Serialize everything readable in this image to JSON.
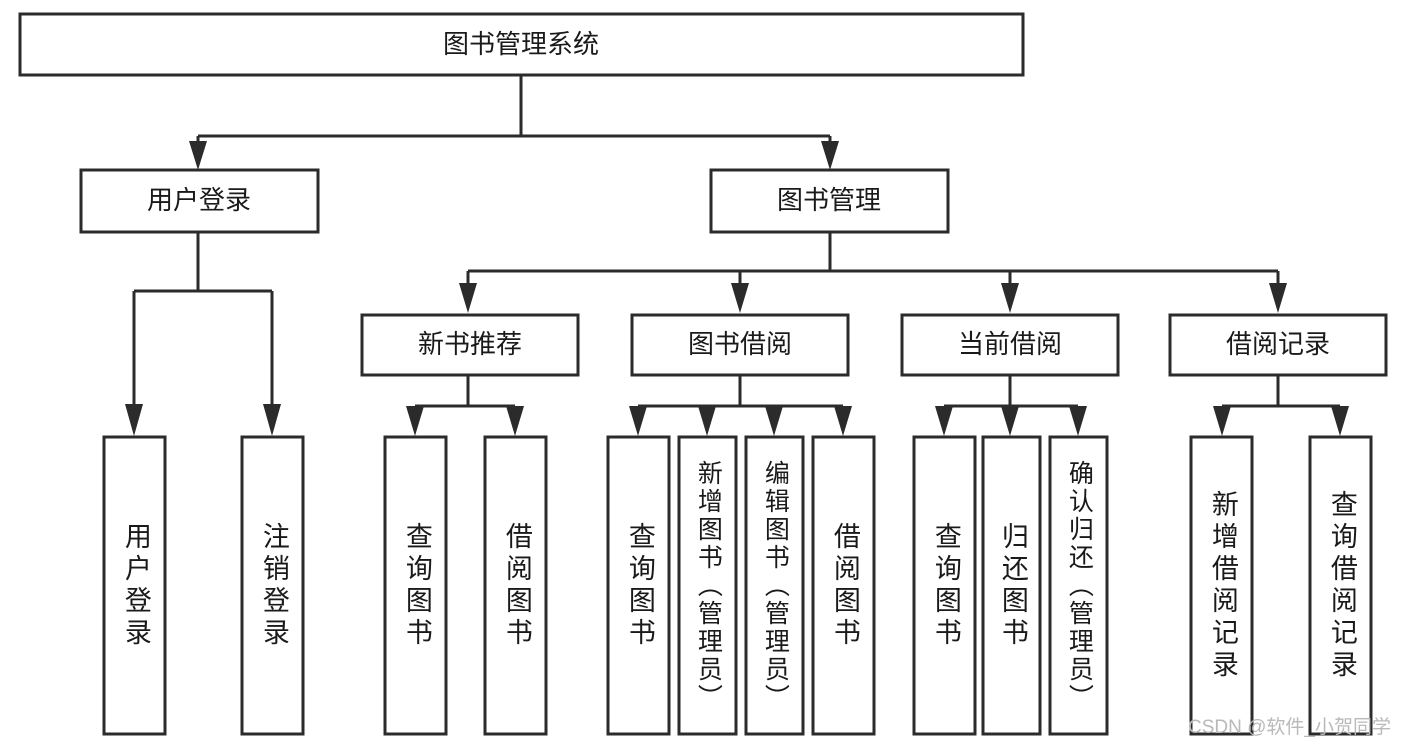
{
  "diagram": {
    "type": "tree-hierarchy-chart",
    "title": "图书管理系统",
    "background_color": "#ffffff",
    "line_color": "#2b2b2b",
    "text_color": "#1a1a1a",
    "levels": 4,
    "root": {
      "id": "root",
      "label": "图书管理系统",
      "orientation": "horizontal"
    },
    "level2": [
      {
        "id": "user-login",
        "label": "用户登录",
        "orientation": "horizontal"
      },
      {
        "id": "book-management",
        "label": "图书管理",
        "orientation": "horizontal"
      }
    ],
    "level3": [
      {
        "id": "new-book-recommend",
        "label": "新书推荐",
        "orientation": "horizontal",
        "parent": "book-management"
      },
      {
        "id": "book-borrow",
        "label": "图书借阅",
        "orientation": "horizontal",
        "parent": "book-management"
      },
      {
        "id": "current-borrow",
        "label": "当前借阅",
        "orientation": "horizontal",
        "parent": "book-management"
      },
      {
        "id": "borrow-record",
        "label": "借阅记录",
        "orientation": "horizontal",
        "parent": "book-management"
      }
    ],
    "leaves": [
      {
        "id": "leaf-user-login",
        "label": "用户登录",
        "parent": "user-login",
        "orientation": "vertical"
      },
      {
        "id": "leaf-logout-login",
        "label": "注销登录",
        "parent": "user-login",
        "orientation": "vertical"
      },
      {
        "id": "leaf-query-book-1",
        "label": "查询图书",
        "parent": "new-book-recommend",
        "orientation": "vertical"
      },
      {
        "id": "leaf-borrow-book-1",
        "label": "借阅图书",
        "parent": "new-book-recommend",
        "orientation": "vertical"
      },
      {
        "id": "leaf-query-book-2",
        "label": "查询图书",
        "parent": "book-borrow",
        "orientation": "vertical"
      },
      {
        "id": "leaf-add-book-admin",
        "label": "新增图书（管理员）",
        "parent": "book-borrow",
        "orientation": "vertical"
      },
      {
        "id": "leaf-edit-book-admin",
        "label": "编辑图书（管理员）",
        "parent": "book-borrow",
        "orientation": "vertical"
      },
      {
        "id": "leaf-borrow-book-2",
        "label": "借阅图书",
        "parent": "book-borrow",
        "orientation": "vertical"
      },
      {
        "id": "leaf-query-book-3",
        "label": "查询图书",
        "parent": "current-borrow",
        "orientation": "vertical"
      },
      {
        "id": "leaf-return-book",
        "label": "归还图书",
        "parent": "current-borrow",
        "orientation": "vertical"
      },
      {
        "id": "leaf-confirm-return-admin",
        "label": "确认归还（管理员）",
        "parent": "current-borrow",
        "orientation": "vertical"
      },
      {
        "id": "leaf-add-borrow-record",
        "label": "新增借阅记录",
        "parent": "borrow-record",
        "orientation": "vertical"
      },
      {
        "id": "leaf-query-borrow-record",
        "label": "查询借阅记录",
        "parent": "borrow-record",
        "orientation": "vertical"
      }
    ]
  },
  "watermark": {
    "text": "CSDN @软件_小贺同学"
  }
}
